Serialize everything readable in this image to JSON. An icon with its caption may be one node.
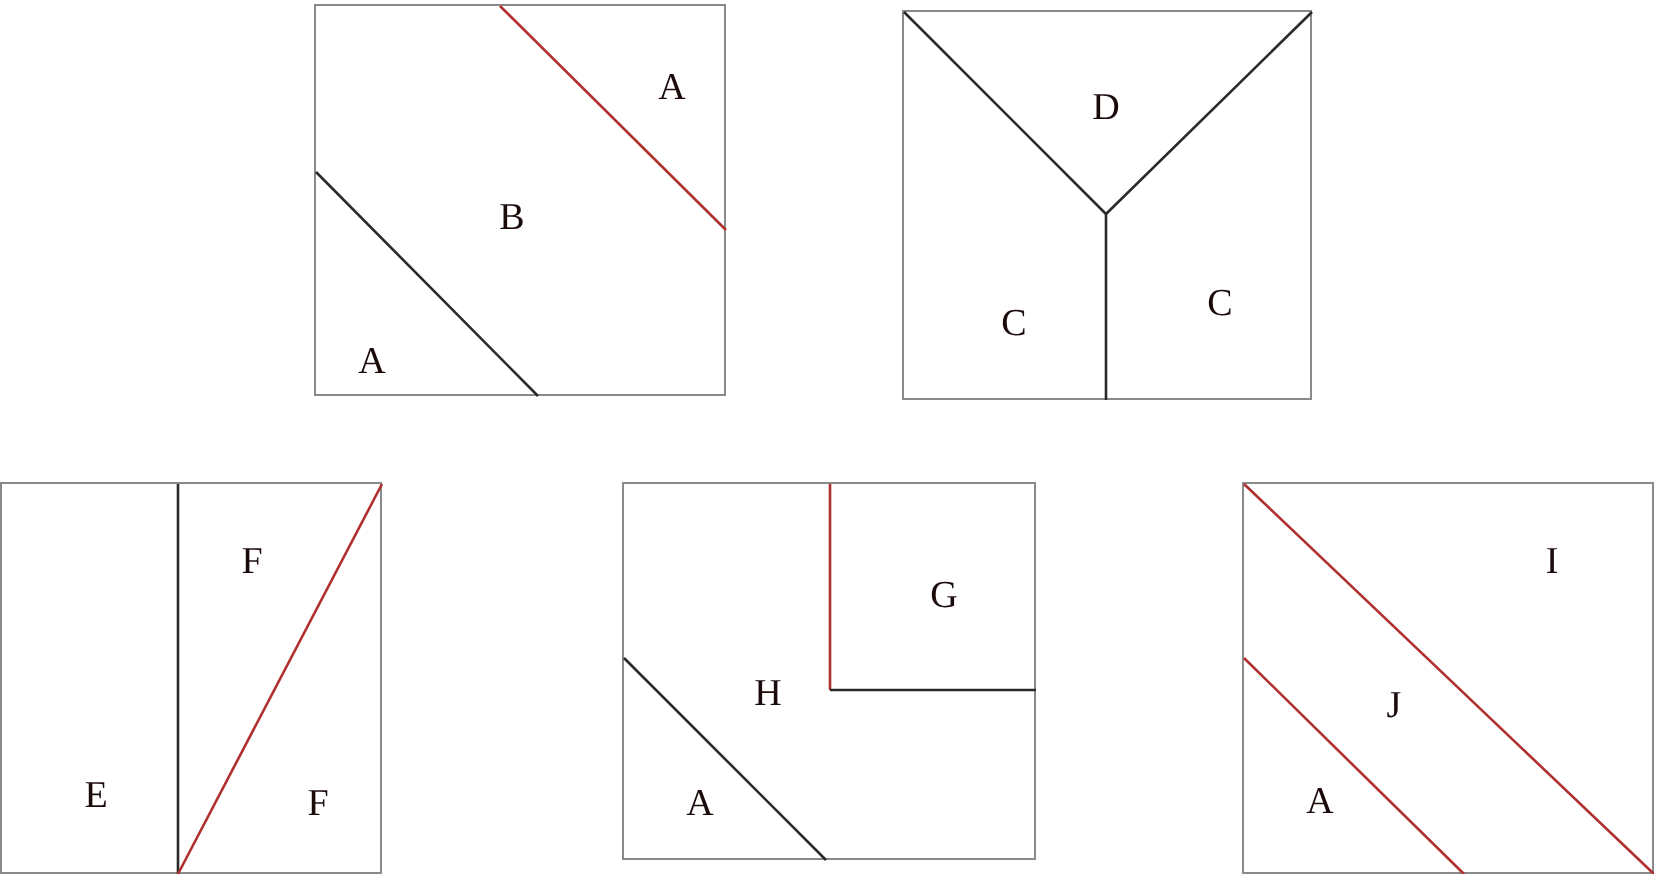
{
  "diagram": {
    "nodes": [
      {
        "text": [
          "A",
          "B",
          "A"
        ]
      },
      {
        "text": [
          "D",
          "C",
          "C"
        ]
      },
      {
        "text": [
          "F",
          "E",
          "F"
        ]
      },
      {
        "text": [
          "G",
          "H",
          "A"
        ]
      },
      {
        "text": [
          "I",
          "J",
          "A"
        ]
      }
    ]
  }
}
